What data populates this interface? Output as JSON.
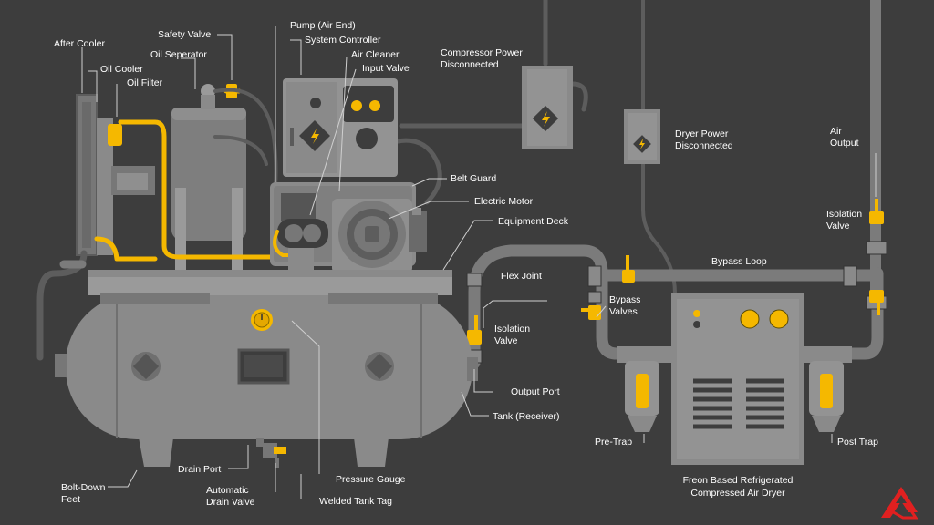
{
  "colors": {
    "background": "#3d3d3d",
    "machine_body": "#8a8a8a",
    "machine_dark": "#6b6b6b",
    "accent_yellow": "#f5b800",
    "label_text": "#ffffff",
    "logo_red": "#e02020"
  },
  "labels": {
    "after_cooler": "After Cooler",
    "oil_cooler": "Oil Cooler",
    "oil_filter": "Oil Filter",
    "safety_valve": "Safety Valve",
    "oil_separator": "Oil Seperator",
    "pump_air_end": "Pump (Air End)",
    "system_controller": "System Controller",
    "air_cleaner": "Air Cleaner",
    "input_valve": "Input Valve",
    "compressor_power_1": "Compressor Power",
    "compressor_power_2": "Disconnected",
    "dryer_power_1": "Dryer Power",
    "dryer_power_2": "Disconnected",
    "air_output_1": "Air",
    "air_output_2": "Output",
    "belt_guard": "Belt Guard",
    "electric_motor": "Electric Motor",
    "equipment_deck": "Equipment Deck",
    "isolation_valve_top_1": "Isolation",
    "isolation_valve_top_2": "Valve",
    "bypass_loop": "Bypass Loop",
    "flex_joint": "Flex Joint",
    "bypass_valves_1": "Bypass",
    "bypass_valves_2": "Valves",
    "isolation_valve_1": "Isolation",
    "isolation_valve_2": "Valve",
    "output_port": "Output Port",
    "tank_receiver": "Tank (Receiver)",
    "pre_trap": "Pre-Trap",
    "post_trap": "Post Trap",
    "drain_port": "Drain Port",
    "pressure_gauge": "Pressure Gauge",
    "bolt_down_feet_1": "Bolt-Down",
    "bolt_down_feet_2": "Feet",
    "automatic_drain_valve_1": "Automatic",
    "automatic_drain_valve_2": "Drain Valve",
    "welded_tank_tag": "Welded Tank Tag",
    "freon_dryer_1": "Freon Based Refrigerated",
    "freon_dryer_2": "Compressed Air Dryer"
  },
  "icons": {
    "electrical_hazard": "lightning-bolt-in-diamond",
    "logo": "red-triangle-logo"
  }
}
